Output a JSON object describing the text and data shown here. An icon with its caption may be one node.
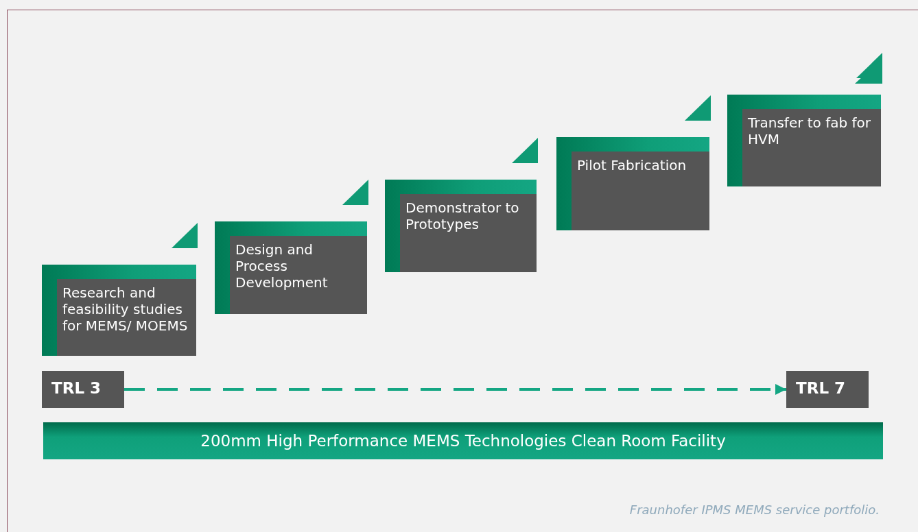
{
  "diagram": {
    "caption": "Fraunhofer IPMS MEMS service portfolio.",
    "nodes": [
      {
        "text": [
          "Research and feasibility studies for MEMS/ MOEMS"
        ]
      },
      {
        "text": [
          "Design and Process Development"
        ]
      },
      {
        "text": [
          "Demonstrator to Prototypes"
        ]
      },
      {
        "text": [
          "Pilot Fabrication"
        ]
      },
      {
        "text": [
          "Transfer to fab for HVM"
        ]
      },
      {
        "text": [
          "TRL 3"
        ]
      },
      {
        "text": [
          "TRL 7"
        ]
      },
      {
        "text": [
          "200mm High Performance MEMS Technologies Clean Room Facility"
        ]
      }
    ],
    "edges": [
      {
        "from": 5,
        "to": 6,
        "arrow": "to",
        "style": "dashed"
      }
    ]
  }
}
